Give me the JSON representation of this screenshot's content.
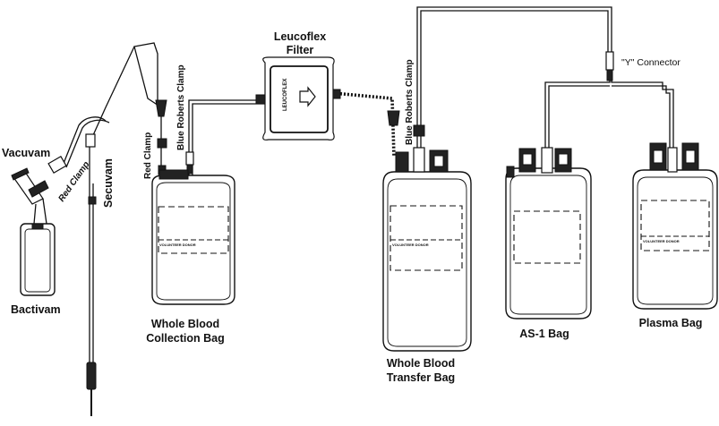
{
  "labels": {
    "vacuvam": "Vacuvam",
    "red_clamp_left": "Red Clamp",
    "secuvam": "Secuvam",
    "bactivam": "Bactivam",
    "red_clamp": "Red Clamp",
    "blue_roberts_clamp_1": "Blue Roberts Clamp",
    "leucoflex_line1": "Leucoflex",
    "leucoflex_line2": "Filter",
    "blue_roberts_clamp_2": "Blue Roberts Clamp",
    "y_connector": "\"Y\" Connector",
    "filter_brand": "LEUCOFLEX",
    "volunteer_donor": "VOLUNTEER DONOR"
  },
  "bags": [
    {
      "id": "whole-blood-collection-bag",
      "line1": "Whole Blood",
      "line2": "Collection Bag"
    },
    {
      "id": "whole-blood-transfer-bag",
      "line1": "Whole Blood",
      "line2": "Transfer Bag"
    },
    {
      "id": "as-1-bag",
      "line1": "AS-1 Bag",
      "line2": ""
    },
    {
      "id": "plasma-bag",
      "line1": "Plasma Bag",
      "line2": ""
    }
  ],
  "colors": {
    "ink": "#111111",
    "background": "#ffffff"
  }
}
